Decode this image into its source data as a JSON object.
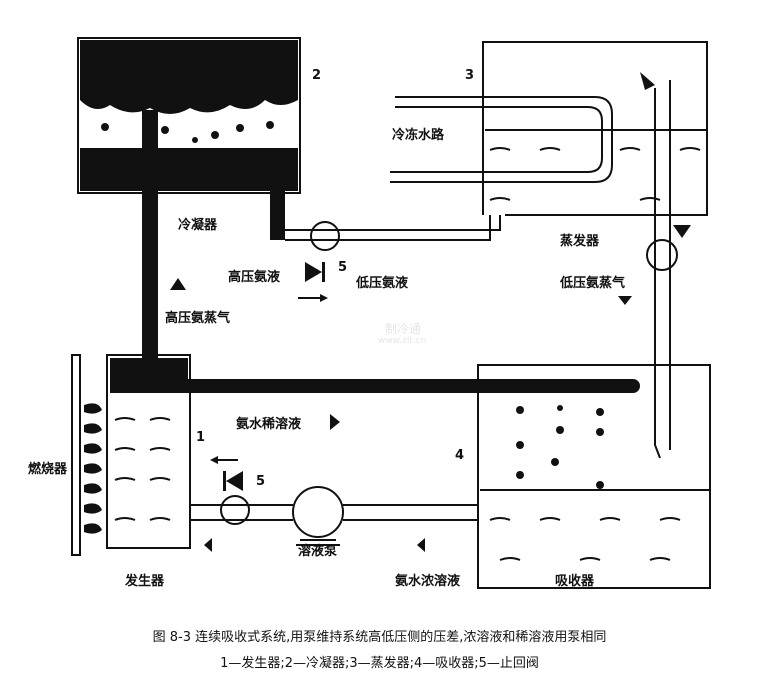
{
  "labels": {
    "n1": "1",
    "n2": "2",
    "n3": "3",
    "n4": "4",
    "n5a": "5",
    "n5b": "5",
    "condenser": "冷凝器",
    "chilled_water": "冷冻水路",
    "evaporator": "蒸发器",
    "hp_liquid": "高压氨液",
    "lp_liquid": "低压氨液",
    "lp_vapor": "低压氨蒸气",
    "hp_vapor": "高压氨蒸气",
    "burner": "燃烧器",
    "weak_solution": "氨水稀溶液",
    "generator": "发生器",
    "pump": "溶液泵",
    "strong_solution": "氨水浓溶液",
    "absorber": "吸收器"
  },
  "watermark": {
    "text": "制冷通",
    "sub": "www.zlt.cn"
  },
  "caption": {
    "title": "图 8-3   连续吸收式系统,用泵维持系统高低压侧的压差,浓溶液和稀溶液用泵相同",
    "legend": "1—发生器;2—冷凝器;3—蒸发器;4—吸收器;5—止回阀"
  }
}
